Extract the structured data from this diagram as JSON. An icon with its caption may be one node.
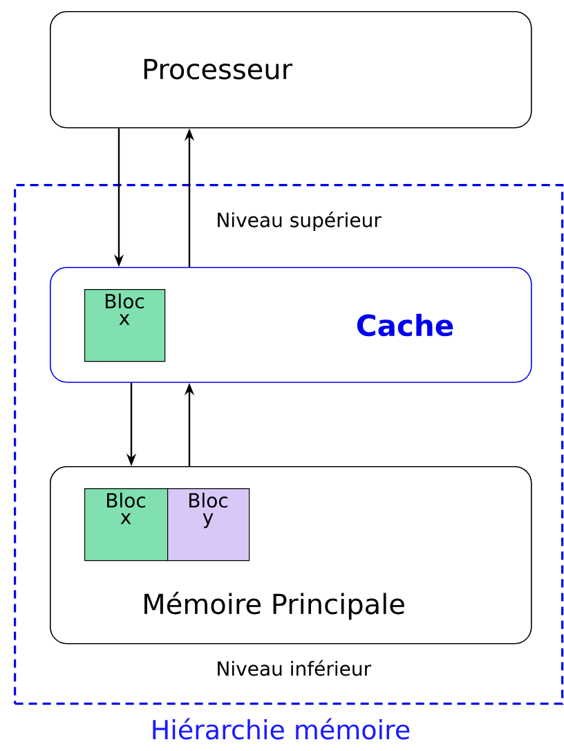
{
  "diagram": {
    "nodes": [
      {
        "text": [
          "Hiérarchie mémoire"
        ]
      },
      {
        "text": [
          "Processeur"
        ]
      },
      {
        "text": [
          "Cache"
        ],
        "in": 0
      },
      {
        "text": [
          "Bloc x"
        ],
        "in": 2
      },
      {
        "text": [
          "Mémoire Principale"
        ],
        "in": 0
      },
      {
        "text": [
          "Bloc x"
        ],
        "in": 4
      },
      {
        "text": [
          "Bloc y"
        ],
        "in": 4
      }
    ],
    "edges": [
      {
        "from": 1,
        "to": 2,
        "arrow": "to"
      },
      {
        "from": 2,
        "to": 1,
        "arrow": "to"
      },
      {
        "from": 2,
        "to": 4,
        "arrow": "to"
      },
      {
        "from": 4,
        "to": 2,
        "arrow": "to"
      }
    ],
    "labels": [
      "Niveau supérieur",
      "Niveau inférieur"
    ]
  }
}
